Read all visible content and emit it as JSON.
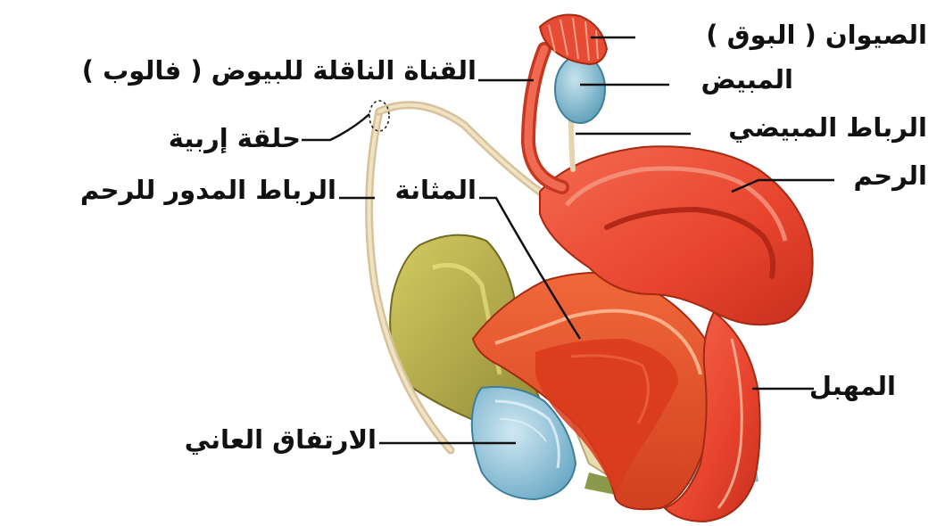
{
  "labels": {
    "fimbriae": "الصيوان ( البوق )",
    "fallopian_tube": "القناة الناقلة للبيوض ( فالوب )",
    "ovary": "المبيض",
    "inguinal_ring": "حلقة إربية",
    "ovarian_ligament": "الرباط المبيضي",
    "uterus": "الرحم",
    "bladder": "المثانة",
    "round_ligament": "الرباط المدور للرحم",
    "vagina": "المهبل",
    "pubic_symphysis": "الارتفاق العاني"
  },
  "colors": {
    "uterus": "#e8442e",
    "uterus_light": "#f07a66",
    "bladder": "#e85a2a",
    "bladder_inner": "#d9401f",
    "ovary": "#8cc4d8",
    "pubic_bone": "#b9b04a",
    "symphysis": "#9fcde0",
    "ligament": "#e8d2b0",
    "leader_line": "#111111"
  }
}
